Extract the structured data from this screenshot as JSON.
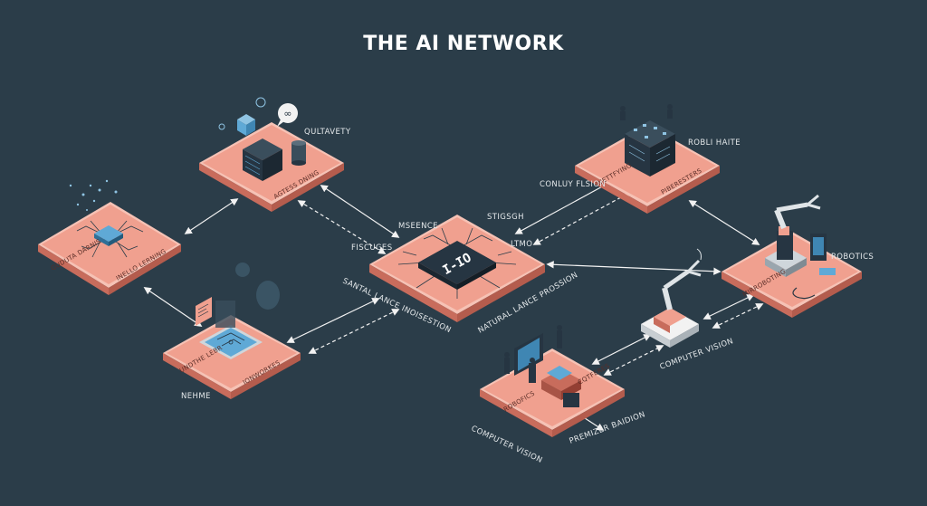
{
  "title": "THE AI NETWORK",
  "colors": {
    "background": "#2b3d49",
    "platform_top": "#f0a08f",
    "platform_side": "#c86c5c",
    "platform_edge": "#f6c2b5",
    "device_dark": "#263542",
    "accent_blue": "#5fa9d6",
    "connector": "#f2f2f2"
  },
  "nodes": {
    "left": {
      "plate_label_a": "GUDUTA DARNIS",
      "plate_label_b": "INELLO LERNING"
    },
    "top": {
      "side_label": "QULTAVETY",
      "plate_label": "AGTESS DNING"
    },
    "center": {
      "chip_text": "I-IO"
    },
    "lower_left": {
      "plate_label_a": "UNDTHE LEBR",
      "plate_label_b": "IONWORKES",
      "below_label": "NEHME"
    },
    "top_right": {
      "plate_label_a": "INETTFYING",
      "plate_label_b": "PIBERESTERS",
      "side_label": "ROBLI HAITE"
    },
    "right": {
      "plate_label": "MIRROBOTING",
      "side_label": "ROBOTICS"
    },
    "bottom": {
      "plate_label_a": "ROBOFICS",
      "plate_label_b": "CQTFERES",
      "below_left": "COMPUTER VISION",
      "below_right": "PREMIZER BAIDION"
    },
    "arm_small": {}
  },
  "connection_labels": {
    "misence": "MSEENCE",
    "fiscuges": "FISCUGES",
    "stgsgh": "STIGSGH",
    "conluy": "CONLUY FLSION",
    "ltmo": "LTMO",
    "santal": "SANTAL LANCE INOISESTION",
    "natural": "NATURAL LANCE PROSSION",
    "computer_vision": "COMPUTER VISION"
  }
}
